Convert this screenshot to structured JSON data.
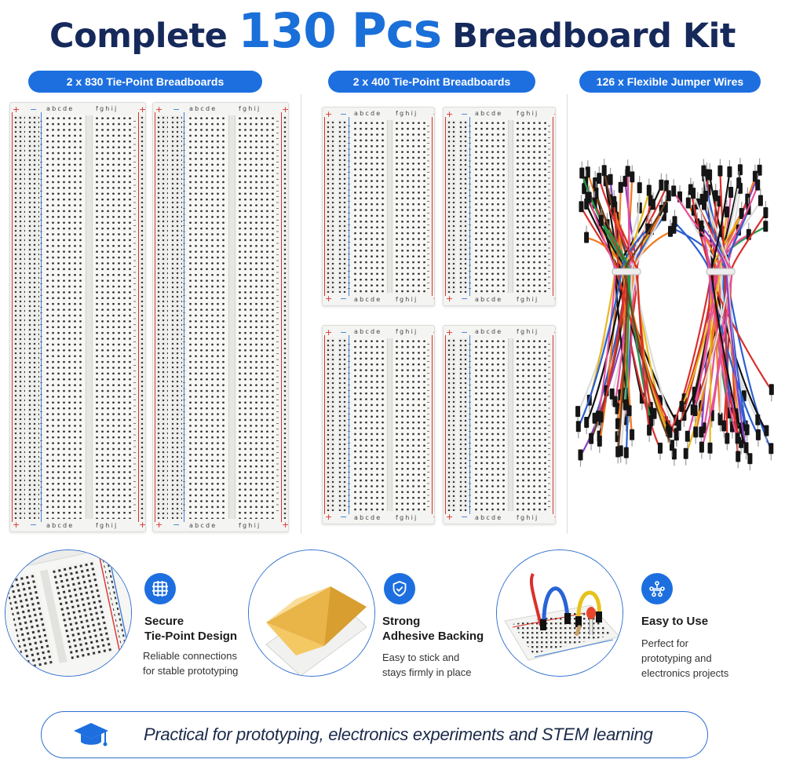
{
  "title": {
    "part1": "Complete",
    "part2": "130 Pcs",
    "part3": "Breadboard Kit"
  },
  "sections": [
    {
      "label": "2 x 830 Tie-Point Breadboards"
    },
    {
      "label": "2 x 400 Tie-Point Breadboards"
    },
    {
      "label": "126 x Flexible Jumper Wires"
    }
  ],
  "breadboard_labels": {
    "left_letters": "abcde",
    "right_letters": "fghij",
    "plus": "+",
    "minus": "−"
  },
  "features": [
    {
      "icon": "grid-icon",
      "title_lines": [
        "Secure",
        "Tie-Point Design"
      ],
      "desc_lines": [
        "Reliable connections",
        "for stable prototyping"
      ]
    },
    {
      "icon": "shield-check-icon",
      "title_lines": [
        "Strong",
        "Adhesive Backing"
      ],
      "desc_lines": [
        "Easy to stick and",
        "stays firmly in place"
      ]
    },
    {
      "icon": "circuit-icon",
      "title_lines": [
        "Easy to Use"
      ],
      "desc_lines": [
        "Perfect for",
        "prototyping and",
        "electronics projects"
      ]
    }
  ],
  "banner": {
    "icon": "graduation-cap-icon",
    "text": "Practical for prototyping, electronics experiments and STEM learning"
  },
  "colors": {
    "navy": "#16295b",
    "accent_blue": "#1d6fe0",
    "rail_red": "#d9302c",
    "rail_blue": "#3f7fd6"
  }
}
